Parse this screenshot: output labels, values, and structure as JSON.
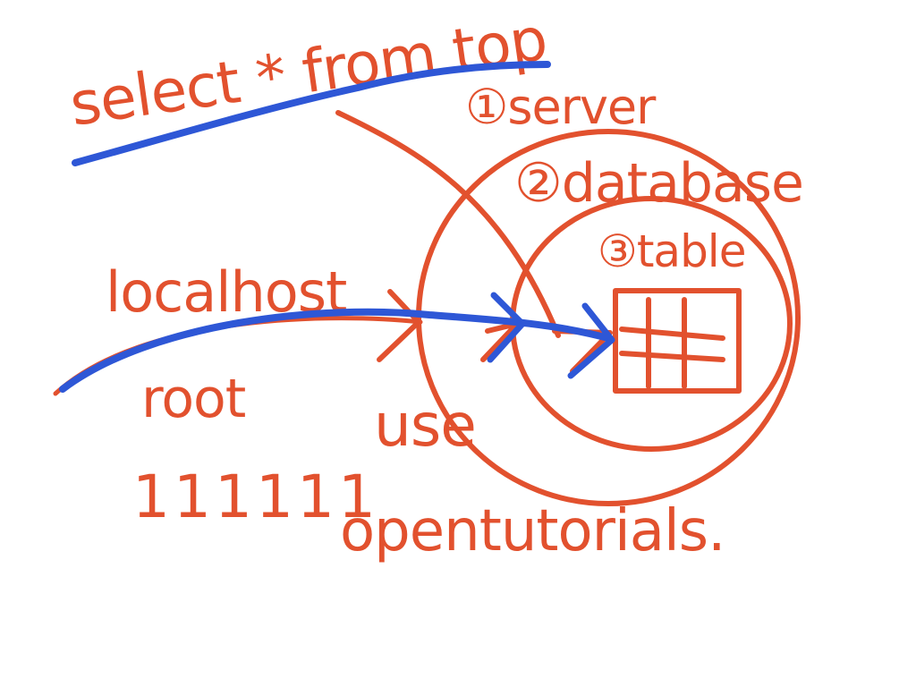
{
  "colors": {
    "ink_red": "#E2512E",
    "ink_blue": "#2E57D6",
    "background": "#FFFFFF"
  },
  "labels": {
    "query": "select * from top",
    "server": "①server",
    "database": "②database",
    "table": "③table",
    "host": "localhost",
    "user": "root",
    "password": "111111",
    "use_keyword": "use",
    "db_name": "opentutorials."
  }
}
